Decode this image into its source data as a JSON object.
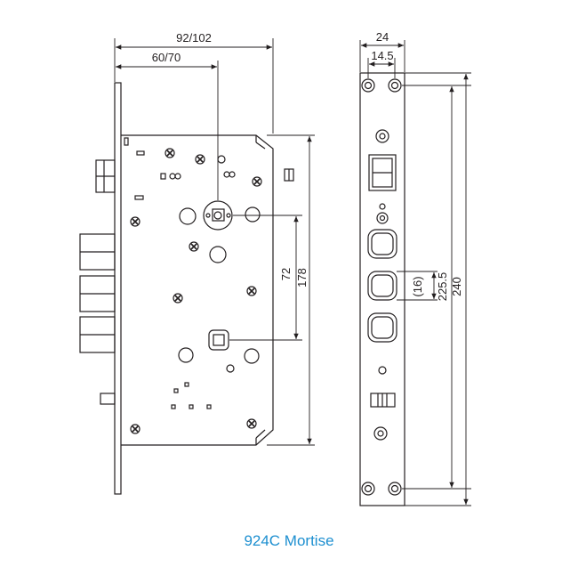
{
  "caption": "924C Mortise",
  "dimensions": {
    "top_overall": "92/102",
    "top_backset": "60/70",
    "handle_to_key": "72",
    "case_height": "178",
    "faceplate_width": "24",
    "faceplate_half": "14.5",
    "screw_pitch_bolt": "(16)",
    "screw_spacing": "225.5",
    "faceplate_length": "240"
  },
  "colors": {
    "line": "#231f20",
    "caption": "#1d8fd0"
  }
}
